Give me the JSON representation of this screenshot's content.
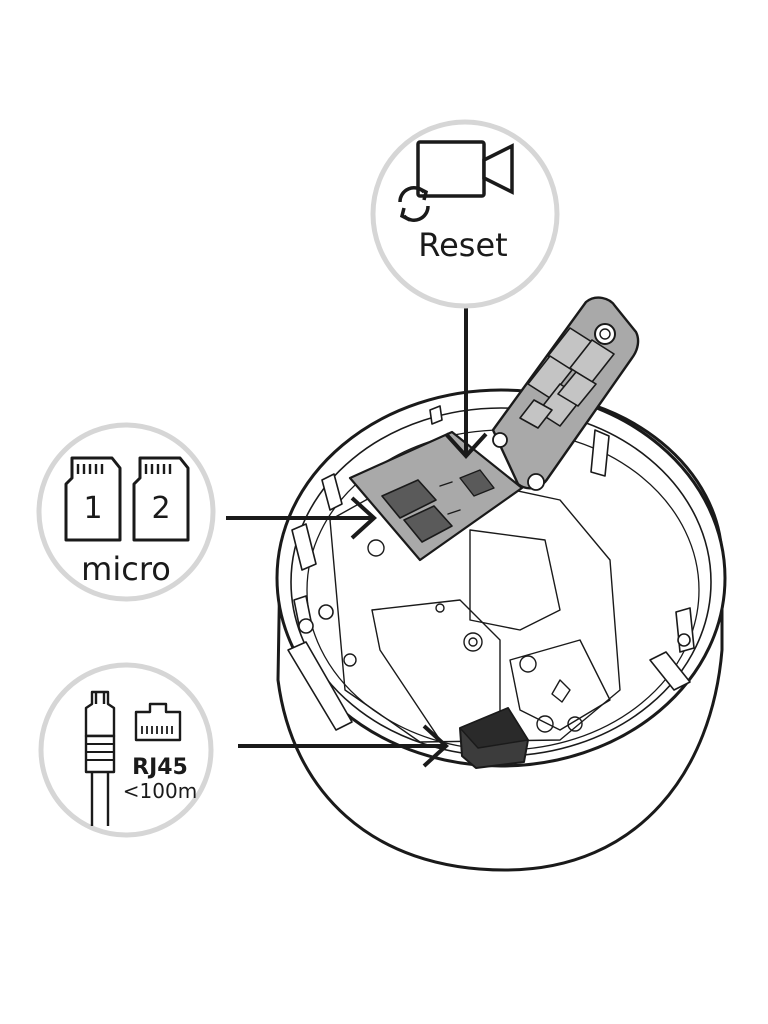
{
  "callouts": {
    "reset": {
      "label": "Reset",
      "icon": "camera-reset-icon"
    },
    "micro_sd": {
      "card1": "1",
      "card2": "2",
      "label": "micro",
      "icon": "micro-sd-card-icon"
    },
    "ethernet": {
      "connector": "RJ45",
      "distance": "<100m",
      "icon": "rj45-plug-icon"
    }
  },
  "colors": {
    "outline": "#1a1a1a",
    "callout_ring": "#d6d6d6",
    "panel_gray": "#a9a9a9",
    "dark_slot": "#5a5a5a",
    "connector": "#3c3c3c"
  }
}
